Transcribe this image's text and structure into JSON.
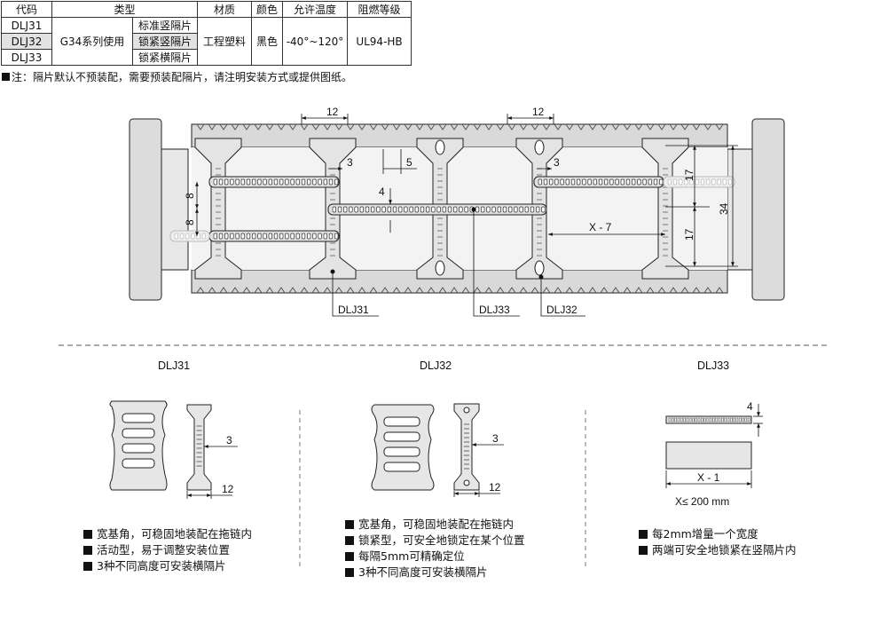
{
  "table": {
    "headers": [
      "代码",
      "类型",
      "材质",
      "颜色",
      "允许温度",
      "阻燃等级"
    ],
    "codes": [
      "DLJ31",
      "DLJ32",
      "DLJ33"
    ],
    "usage": "G34系列使用",
    "types": [
      "标准竖隔片",
      "锁紧竖隔片",
      "锁紧横隔片"
    ],
    "material": "工程塑料",
    "color": "黑色",
    "temperature": "-40°~120°",
    "flame": "UL94-HB"
  },
  "note": "注：隔片默认不预装配，需要预装配隔片，请注明安装方式或提供图纸。",
  "main_diagram": {
    "dims": [
      "12",
      "12",
      "3",
      "5",
      "3",
      "4",
      "8",
      "8",
      "X - 7",
      "17",
      "17",
      "34"
    ],
    "callouts": [
      "DLJ31",
      "DLJ33",
      "DLJ32"
    ]
  },
  "details": [
    {
      "title": "DLJ31",
      "dims": [
        "3",
        "12"
      ],
      "bullets": [
        "宽基角，可稳固地装配在拖链内",
        "活动型，易于调整安装位置",
        "3种不同高度可安装横隔片"
      ]
    },
    {
      "title": "DLJ32",
      "dims": [
        "3",
        "12"
      ],
      "bullets": [
        "宽基角，可稳固地装配在拖链内",
        "锁紧型，可安全地锁定在某个位置",
        "每隔5mm可精确定位",
        "3种不同高度可安装横隔片"
      ]
    },
    {
      "title": "DLJ33",
      "dims": [
        "4",
        "X - 1"
      ],
      "formula": "X≤ 200 mm",
      "bullets": [
        "每2mm增量一个宽度",
        "两端可安全地锁紧在竖隔片内"
      ]
    }
  ]
}
